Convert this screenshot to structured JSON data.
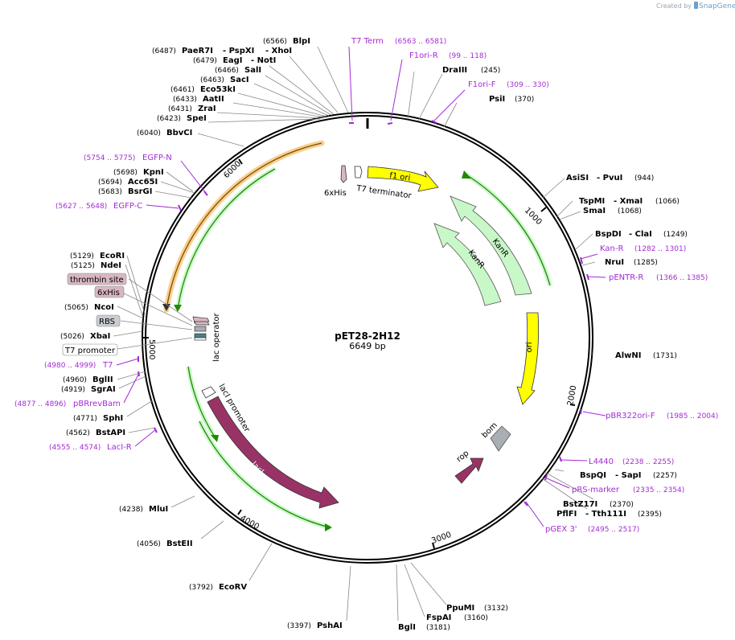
{
  "brand": {
    "created_by": "Created by",
    "name": "SnapGene"
  },
  "plasmid": {
    "name": "pET28-2H12",
    "length": "6649 bp"
  },
  "ticks": [
    "1000",
    "2000",
    "3000",
    "4000",
    "5000",
    "6000"
  ],
  "sites_top": [
    {
      "pos": "(6566)",
      "name": "BlpI"
    },
    {
      "pos": "(6487)",
      "name": "PaeR7I",
      "name2": "PspXI",
      "name3": "XhoI"
    },
    {
      "pos": "(6479)",
      "name": "EagI",
      "name2": "NotI"
    },
    {
      "pos": "(6466)",
      "name": "SalI"
    },
    {
      "pos": "(6463)",
      "name": "SacI"
    },
    {
      "pos": "(6461)",
      "name": "Eco53kI"
    },
    {
      "pos": "(6433)",
      "name": "AatII"
    },
    {
      "pos": "(6431)",
      "name": "ZraI"
    },
    {
      "pos": "(6423)",
      "name": "SpeI"
    },
    {
      "pos": "(6040)",
      "name": "BbvCI"
    }
  ],
  "sites_right": [
    {
      "name": "DraIII",
      "pos": "(245)"
    },
    {
      "name": "PsiI",
      "pos": "(370)"
    },
    {
      "name": "AsiSI",
      "name2": "PvuI",
      "pos": "(944)"
    },
    {
      "name": "TspMI",
      "name2": "XmaI",
      "pos": "(1066)"
    },
    {
      "name": "SmaI",
      "pos": "(1068)"
    },
    {
      "name": "BspDI",
      "name2": "ClaI",
      "pos": "(1249)"
    },
    {
      "name": "NruI",
      "pos": "(1285)"
    },
    {
      "name": "AlwNI",
      "pos": "(1731)"
    },
    {
      "name": "BspQI",
      "name2": "SapI",
      "pos": "(2257)"
    },
    {
      "name": "BstZ17I",
      "pos": "(2370)"
    },
    {
      "name": "PflFI",
      "name2": "Tth111I",
      "pos": "(2395)"
    }
  ],
  "sites_bottom": [
    {
      "name": "PpuMI",
      "pos": "(3132)"
    },
    {
      "name": "FspAI",
      "pos": "(3160)"
    },
    {
      "name": "BglI",
      "pos": "(3181)"
    },
    {
      "pos": "(3397)",
      "name": "PshAI"
    },
    {
      "pos": "(3792)",
      "name": "EcoRV"
    },
    {
      "pos": "(4056)",
      "name": "BstEII"
    },
    {
      "pos": "(4238)",
      "name": "MluI"
    }
  ],
  "sites_left": [
    {
      "pos": "(5698)",
      "name": "KpnI"
    },
    {
      "pos": "(5694)",
      "name": "Acc65I"
    },
    {
      "pos": "(5683)",
      "name": "BsrGI"
    },
    {
      "pos": "(5129)",
      "name": "EcoRI"
    },
    {
      "pos": "(5125)",
      "name": "NdeI"
    },
    {
      "pos": "(5065)",
      "name": "NcoI"
    },
    {
      "pos": "(5026)",
      "name": "XbaI"
    },
    {
      "pos": "(4960)",
      "name": "BglII"
    },
    {
      "pos": "(4919)",
      "name": "SgrAI"
    },
    {
      "pos": "(4771)",
      "name": "SphI"
    },
    {
      "pos": "(4562)",
      "name": "BstAPI"
    }
  ],
  "primers": [
    {
      "name": "T7 Term",
      "pos": "(6563 .. 6581)"
    },
    {
      "name": "F1ori-R",
      "pos": "(99 .. 118)"
    },
    {
      "name": "F1ori-F",
      "pos": "(309 .. 330)"
    },
    {
      "name": "Kan-R",
      "pos": "(1282 .. 1301)"
    },
    {
      "name": "pENTR-R",
      "pos": "(1366 .. 1385)"
    },
    {
      "name": "pBR322ori-F",
      "pos": "(1985 .. 2004)"
    },
    {
      "name": "L4440",
      "pos": "(2238 .. 2255)"
    },
    {
      "name": "pRS-marker",
      "pos": "(2335 .. 2354)"
    },
    {
      "name": "pGEX 3'",
      "pos": "(2495 .. 2517)"
    },
    {
      "name": "LacI-R",
      "pos": "(4555 .. 4574)"
    },
    {
      "name": "pBRrevBam",
      "pos": "(4877 .. 4896)"
    },
    {
      "name": "T7",
      "pos": "(4980 .. 4999)"
    },
    {
      "name": "EGFP-C",
      "pos": "(5627 .. 5648)"
    },
    {
      "name": "EGFP-N",
      "pos": "(5754 .. 5775)"
    }
  ],
  "boxed_features": [
    {
      "name": "thrombin site",
      "color": "#d9b7c2"
    },
    {
      "name": "6xHis",
      "color": "#d9b7c2"
    },
    {
      "name": "RBS",
      "color": "#c9cdd1"
    },
    {
      "name": "T7 promoter",
      "color": "#ffffff"
    }
  ],
  "features": {
    "f1_ori": "f1 ori",
    "t7_terminator": "T7 terminator",
    "his_tag": "6xHis",
    "kanr_outer": "KanR",
    "kanr_inner": "KanR",
    "ori": "ori",
    "bom": "bom",
    "rop": "rop",
    "laci_promoter": "lacI promoter",
    "laci": "lacI",
    "lac_operator": "lac operator"
  },
  "colors": {
    "backbone": "#000000",
    "f1_ori": "#ffff00",
    "kanr": "#c8f7c8",
    "ori": "#ffff00",
    "laci": "#993366",
    "rop": "#993366",
    "bom": "#a8aeb4",
    "primer": "#a42bd4",
    "orange_orf": "#f8c77a",
    "green_orf": "#1f8a00"
  }
}
